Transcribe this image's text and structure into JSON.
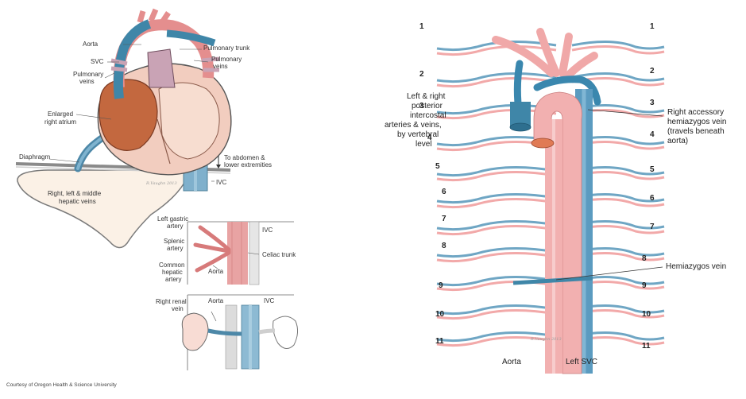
{
  "colors": {
    "artery": "#f2a9a9",
    "artery_dark": "#d97f7f",
    "vein": "#6fa6c4",
    "vein_dark": "#3f7f9f",
    "heart_muscle": "#c96b4b",
    "pulmonary": "#c9a3b5",
    "outline": "#555555"
  },
  "icons": {
    "heart": "heart-illustration",
    "liver": "liver-illustration",
    "kidney": "kidney-illustration",
    "arrow": "down-arrow-icon"
  },
  "heart_panel": {
    "labels": {
      "aorta": "Aorta",
      "svc": "SVC",
      "pulmonary_veins": [
        "Pulmonary",
        "veins"
      ],
      "pulmonary_trunk": "Pulmonary trunk",
      "pulmonary_veins_right": [
        "Pulmonary",
        "veins"
      ],
      "enlarged_atrium": [
        "Enlarged",
        "right atrium"
      ],
      "diaphragm": "Diaphragm",
      "to_abdomen": [
        "To abdomen &",
        "lower extremities"
      ],
      "ivc": "IVC",
      "hepatic": [
        "Right, left & middle",
        "hepatic veins"
      ]
    }
  },
  "celiac_panel": {
    "labels": {
      "left_gastric": [
        "Left gastric",
        "artery"
      ],
      "splenic": [
        "Splenic",
        "artery"
      ],
      "common_hepatic": [
        "Common",
        "hepatic",
        "artery"
      ],
      "aorta": "Aorta",
      "ivc": "IVC",
      "celiac_trunk": "Celiac trunk"
    }
  },
  "renal_panel": {
    "labels": {
      "right_renal": [
        "Right renal",
        "vein"
      ],
      "aorta": "Aorta",
      "ivc": "IVC"
    }
  },
  "spine_panel": {
    "left_numbers": [
      "1",
      "2",
      "3",
      "4",
      "5",
      "6",
      "7",
      "8",
      "9",
      "10",
      "11"
    ],
    "right_numbers": [
      "1",
      "2",
      "3",
      "4",
      "5",
      "6",
      "7",
      "8",
      "9",
      "10",
      "11"
    ],
    "title_lines": [
      "Left & right",
      "posterior",
      "intercostal",
      "arteries & veins,",
      "by vertebral",
      "level"
    ],
    "right_accessory": [
      "Right accessory",
      "hemiazygos vein",
      "(travels beneath",
      "aorta)"
    ],
    "hemiazygos": "Hemiazygos vein",
    "aorta": "Aorta",
    "left_svc": "Left SVC"
  },
  "credit": "Courtesy of Oregon Health & Science University"
}
